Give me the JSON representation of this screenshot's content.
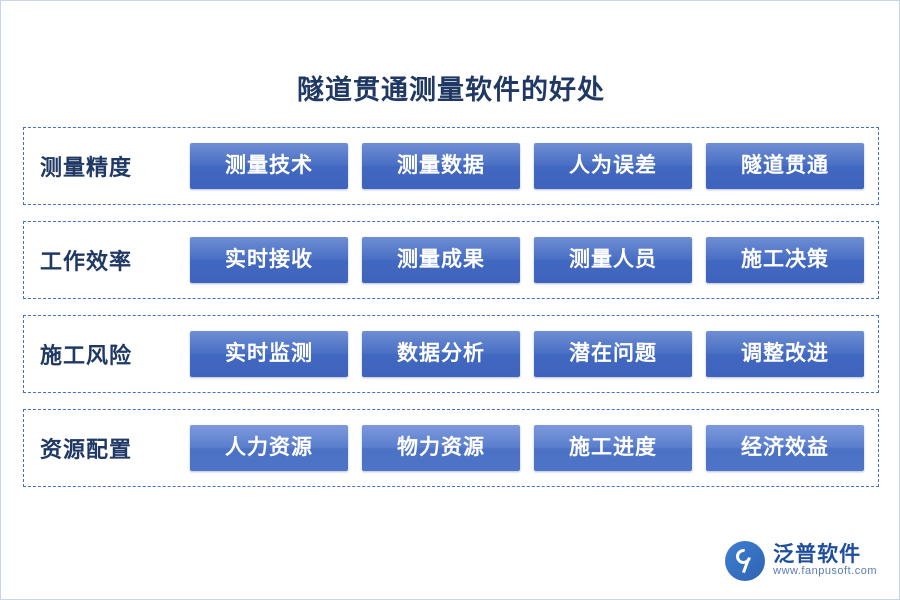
{
  "title": "隧道贯通测量软件的好处",
  "rows": [
    {
      "label": "测量精度",
      "cells": [
        "测量技术",
        "测量数据",
        "人为误差",
        "隧道贯通"
      ]
    },
    {
      "label": "工作效率",
      "cells": [
        "实时接收",
        "测量成果",
        "测量人员",
        "施工决策"
      ]
    },
    {
      "label": "施工风险",
      "cells": [
        "实时监测",
        "数据分析",
        "潜在问题",
        "调整改进"
      ]
    },
    {
      "label": "资源配置",
      "cells": [
        "人力资源",
        "物力资源",
        "施工进度",
        "经济效益"
      ]
    }
  ],
  "logo": {
    "name_cn": "泛普软件",
    "name_en": "www.fanpusoft.com",
    "icon": "globe-logo-icon"
  },
  "colors": {
    "title": "#1f3864",
    "cell_blue": "#4168c0",
    "row_border": "#4472c4",
    "logo_blue": "#1f4e9c"
  }
}
